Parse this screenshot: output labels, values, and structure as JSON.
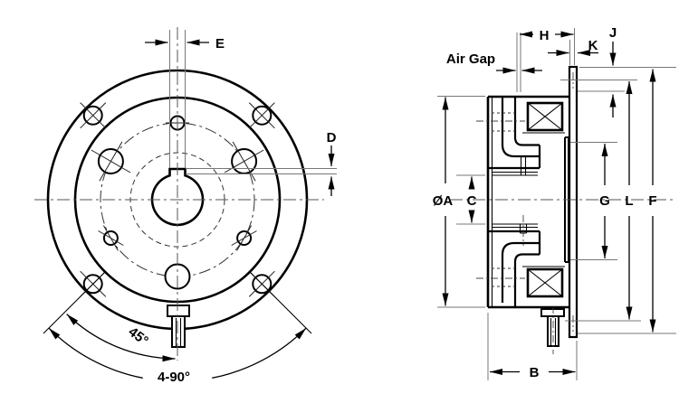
{
  "drawing_labels": {
    "front_view": {
      "keyway_width": "E",
      "keyway_depth": "D",
      "hole_offset_angle": "45°",
      "hole_pattern": "4-90°"
    },
    "section_view": {
      "air_gap": "Air Gap",
      "hub_length": "H",
      "disc_thickness": "K",
      "flange_offset": "J",
      "body_diameter": "ØA",
      "bore_diameter": "C",
      "inner_diameter": "G",
      "pilot_diameter": "L",
      "flange_diameter": "F",
      "overall_length": "B"
    }
  },
  "colors": {
    "line": "#000000",
    "extension_line": "#777777",
    "background": "#ffffff"
  }
}
